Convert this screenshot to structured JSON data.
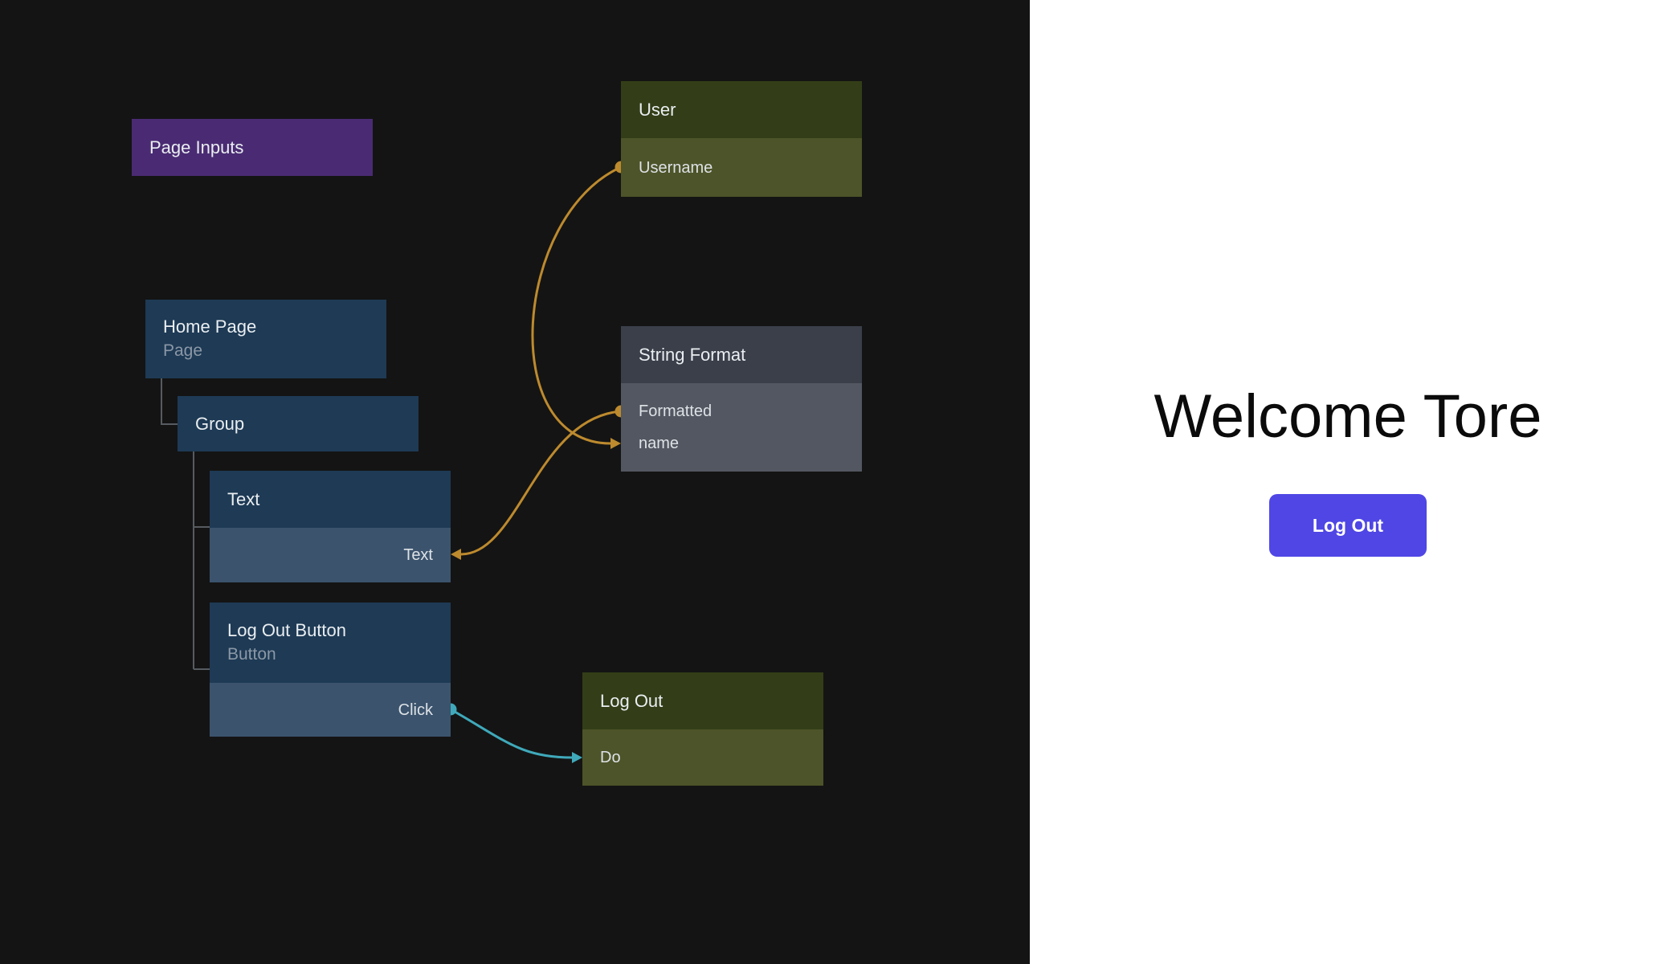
{
  "colors": {
    "canvas_bg": "#141414",
    "preview_bg": "#ffffff",
    "node_navy": "#1e3a55",
    "node_navy_row": "#3b536d",
    "node_purple": "#4a2b73",
    "node_olive_header": "#333e18",
    "node_olive_row": "#4d5429",
    "node_slate_header": "#3a3f4a",
    "node_slate_row": "#535761",
    "wire_orange": "#bd8a2e",
    "wire_teal": "#3fa9ba",
    "tree_line": "#565b61",
    "button_indigo": "#4f46e5"
  },
  "editor": {
    "nodes": {
      "page_inputs": {
        "title": "Page Inputs"
      },
      "user": {
        "title": "User",
        "ports": [
          {
            "label": "Username",
            "kind": "output"
          }
        ]
      },
      "home_page": {
        "title": "Home Page",
        "subtitle": "Page"
      },
      "group": {
        "title": "Group"
      },
      "text": {
        "title": "Text",
        "ports": [
          {
            "label": "Text",
            "kind": "input"
          }
        ]
      },
      "logout_button": {
        "title": "Log Out Button",
        "subtitle": "Button",
        "ports": [
          {
            "label": "Click",
            "kind": "output"
          }
        ]
      },
      "string_format": {
        "title": "String Format",
        "ports": [
          {
            "label": "Formatted",
            "kind": "output"
          },
          {
            "label": "name",
            "kind": "input"
          }
        ]
      },
      "logout_action": {
        "title": "Log Out",
        "ports": [
          {
            "label": "Do",
            "kind": "input"
          }
        ]
      }
    },
    "connections": [
      {
        "from": "User.Username",
        "to": "String Format.name",
        "color": "#bd8a2e"
      },
      {
        "from": "String Format.Formatted",
        "to": "Text.Text",
        "color": "#bd8a2e"
      },
      {
        "from": "Log Out Button.Click",
        "to": "Log Out.Do",
        "color": "#3fa9ba"
      }
    ],
    "hierarchy": [
      {
        "parent": "Home Page",
        "child": "Group"
      },
      {
        "parent": "Group",
        "child": "Text"
      },
      {
        "parent": "Group",
        "child": "Log Out Button"
      }
    ]
  },
  "preview": {
    "welcome_text": "Welcome Tore",
    "logout_button_label": "Log Out"
  }
}
